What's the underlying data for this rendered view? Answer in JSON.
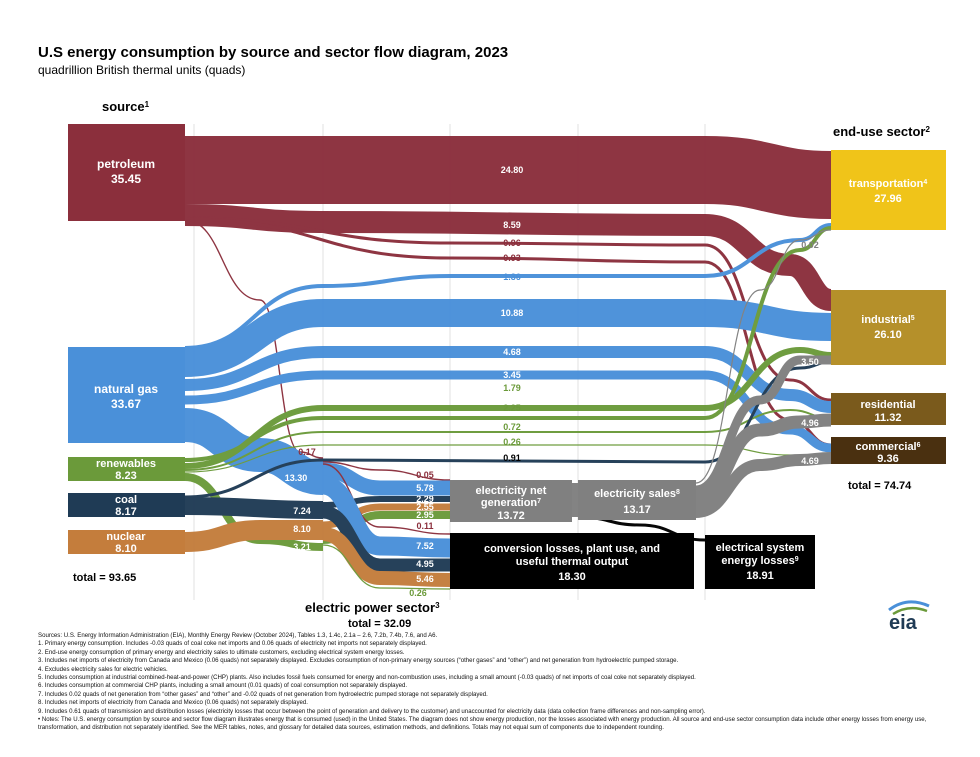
{
  "title": "U.S energy consumption by source and sector flow diagram, 2023",
  "subtitle": "quadrillion British thermal units (quads)",
  "colors": {
    "petroleum": "#8b2f3c",
    "natural_gas": "#4a90d9",
    "renewables": "#6b9a3a",
    "coal": "#1f3b55",
    "nuclear": "#c47d3c",
    "transportation": "#f0c419",
    "industrial": "#b5902a",
    "residential": "#7a5a1c",
    "commercial": "#4a3010",
    "losses": "#000000",
    "electricity": "#808080"
  },
  "headings": {
    "source": "source",
    "source_sup": "1",
    "end_use": "end-use sector",
    "end_use_sup": "2",
    "electric_power": "electric power sector",
    "electric_power_sup": "3",
    "electric_power_total": "total = 32.09"
  },
  "sources": {
    "petroleum": {
      "name": "petroleum",
      "value": "35.45"
    },
    "natural_gas": {
      "name": "natural gas",
      "value": "33.67"
    },
    "renewables": {
      "name": "renewables",
      "value": "8.23"
    },
    "coal": {
      "name": "coal",
      "value": "8.17"
    },
    "nuclear": {
      "name": "nuclear",
      "value": "8.10"
    },
    "total": "total =  93.65"
  },
  "sectors": {
    "transportation": {
      "name": "transportation",
      "sup": "4",
      "value": "27.96"
    },
    "industrial": {
      "name": "industrial",
      "sup": "5",
      "value": "26.10"
    },
    "residential": {
      "name": "residential",
      "value": "11.32"
    },
    "commercial": {
      "name": "commercial",
      "sup": "6",
      "value": "9.36"
    },
    "total": "total =  74.74"
  },
  "boxes": {
    "net_generation": {
      "name": "electricity net generation",
      "sup": "7",
      "value": "13.72"
    },
    "sales": {
      "name": "electricity sales",
      "sup": "8",
      "value": "13.17"
    },
    "conversion_losses": {
      "name": "conversion losses, plant use, and useful thermal output",
      "value": "18.30"
    },
    "system_losses": {
      "name": "electrical system energy losses",
      "sup": "9",
      "value": "18.91"
    }
  },
  "flow_labels": {
    "pet_trans": "24.80",
    "pet_ind": "8.59",
    "pet_res": "0.96",
    "pet_com": "0.93",
    "ng_trans": "1.36",
    "ng_ind": "10.88",
    "ng_res": "4.68",
    "ng_com": "3.45",
    "ren_trans": "1.79",
    "ren_ind": "2.25",
    "ren_res": "0.72",
    "ren_com": "0.26",
    "coal_ind": "0.91",
    "pet_elec": "0.17",
    "ng_elec": "13.30",
    "coal_elec": "7.24",
    "nuc_elec": "8.10",
    "ren_elec": "3.21",
    "elec_pet_gen": "0.05",
    "elec_ng_gen": "5.78",
    "elec_coal_gen": "2.29",
    "elec_nuc_gen": "2.55",
    "elec_ren_gen": "2.95",
    "elec_pet_loss": "0.11",
    "elec_ng_loss": "7.52",
    "elec_coal_loss": "4.95",
    "elec_nuc_loss": "5.46",
    "elec_ren_loss": "0.26",
    "sales_trans": "0.02",
    "sales_ind": "3.50",
    "sales_res": "4.96",
    "sales_com": "4.69"
  },
  "footnotes": [
    "Sources: U.S. Energy Information Administration (EIA), Monthly Energy Review (October 2024), Tables 1.3, 1.4c, 2.1a – 2.6, 7.2b, 7.4b, 7.6, and A6.",
    "1.   Primary energy consumption. Includes -0.03 quads of coal coke net imports and 0.06 quads of electricity net imports not separately displayed.",
    "2.   End-use energy consumption of primary energy and electricity sales to ultimate customers, excluding electrical system energy losses.",
    "3.   Includes net imports of electricity from Canada and Mexico (0.06 quads) not separately displayed. Excludes consumption of non-primary energy sources (“other gases” and “other”) and net generation from hydroelectric pumped storage.",
    "4.   Excludes electricity sales for electric vehicles.",
    "5.   Includes consumption at industrial combined-heat-and-power (CHP) plants. Also includes fossil fuels consumed for energy and non-combustion uses, including a small amount (-0.03 quads) of net imports of coal coke not separately displayed.",
    "6.   Includes consumption at commercial CHP plants, including a small amount (0.01 quads) of coal consumption not separately displayed.",
    "7.   Includes 0.02 quads of net generation from “other gases” and “other” and -0.02 quads of net generation from hydroelectric pumped storage not separately displayed.",
    "8.   Includes net imports of electricity from Canada and Mexico (0.06 quads) not separately displayed.",
    "9.   Includes 0.61 quads of transmission and distribution losses (electricity losses that occur between the point of generation and delivery to the customer) and unaccounted for electricity data (data collection frame differences and non-sampling error).",
    "•   Notes: The U.S. energy consumption by source and sector flow diagram illustrates energy that is consumed (used) in the United States. The diagram does not show energy production, nor the losses associated with energy production. All source and end-use sector consumption data include other energy losses from energy use, transformation, and distribution not separately identified. See the MER tables, notes, and glossary for detailed data sources, estimation methods, and definitions. Totals may not equal sum of components due to independent rounding."
  ],
  "logo_text": "eia"
}
